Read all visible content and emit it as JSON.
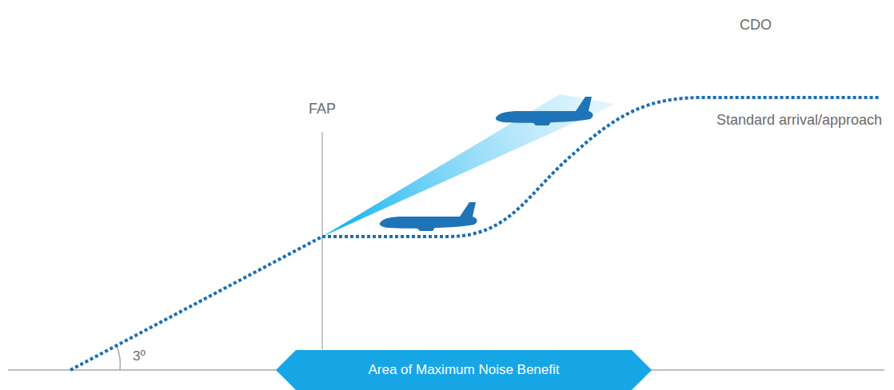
{
  "diagram": {
    "title": "CDO",
    "nodes": [
      {
        "text": [
          "Area of Maximum Noise Benefit"
        ]
      }
    ],
    "labels": [
      "FAP",
      "Standard arrival/approach",
      "3º"
    ]
  }
}
